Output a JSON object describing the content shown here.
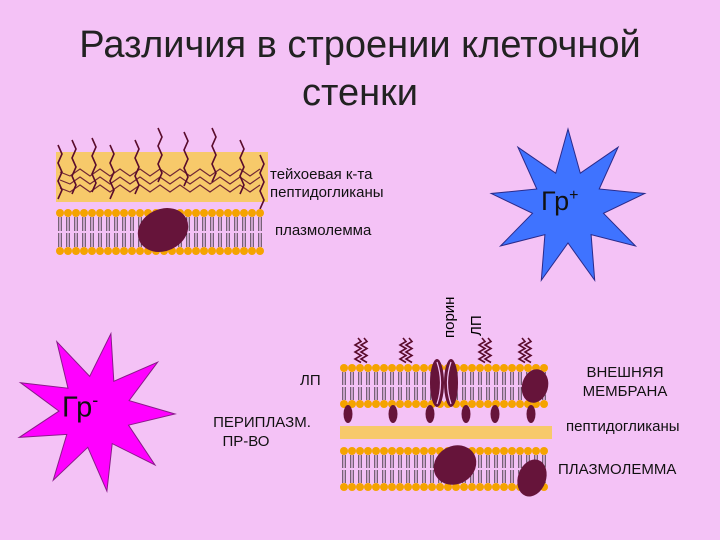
{
  "title_line1": "Различия в строении клеточной",
  "title_line2": "стенки",
  "gram_pos": {
    "symbol": "Гр",
    "sup": "+",
    "teichoic_label": "тейхоевая к-та",
    "peptidoglycan_label": "пептидогликаны",
    "plasmalemma_label": "плазмолемма"
  },
  "gram_neg": {
    "symbol": "Гр",
    "sup": "-",
    "porin_label": "порин",
    "lp_vertical_label": "ЛП",
    "lp_label": "ЛП",
    "periplasm_line1": "ПЕРИПЛАЗМ.",
    "periplasm_line2": "ПР-ВО",
    "outer_membrane_line1": "ВНЕШНЯЯ",
    "outer_membrane_line2": "МЕМБРАНА",
    "peptidoglycan_label": "пептидогликаны",
    "plasmalemma_label": "ПЛАЗМОЛЕММА"
  },
  "colors": {
    "background": "#f4c2f6",
    "peptidoglycan": "#f7c96a",
    "lipid_head": "#f5a300",
    "lipid_tail": "#222222",
    "protein": "#66143a",
    "star_pos": "#3f73ff",
    "star_neg": "#ff00ff",
    "chain": "#5a0c2c"
  }
}
